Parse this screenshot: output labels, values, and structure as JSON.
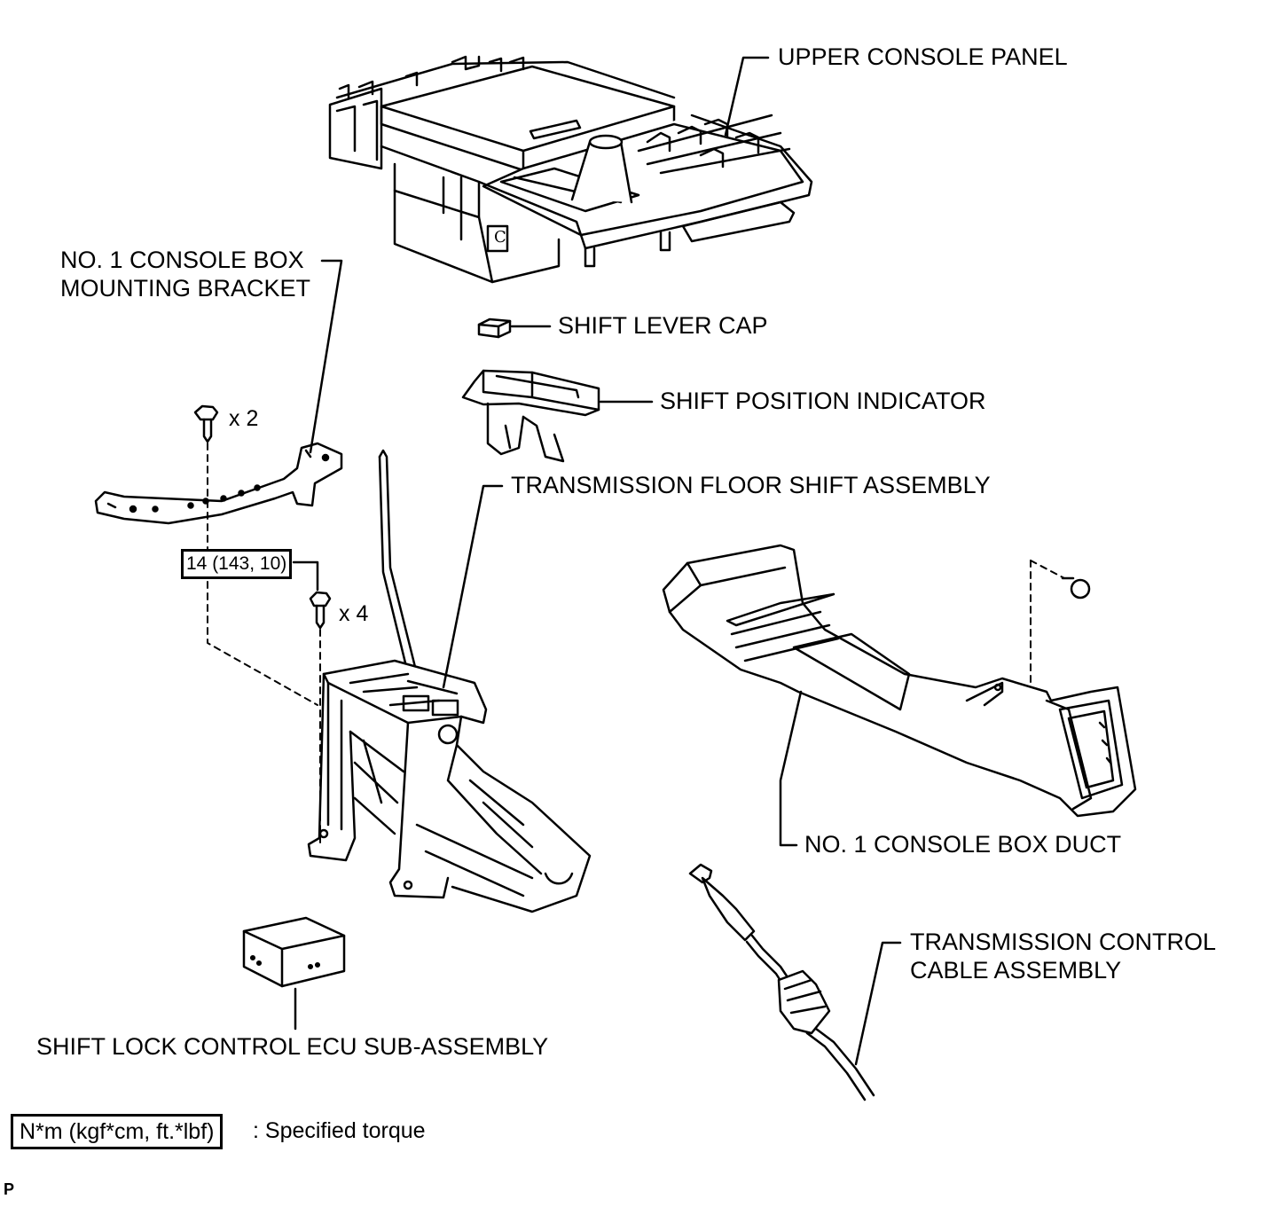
{
  "labels": {
    "upper_console_panel": "UPPER CONSOLE PANEL",
    "bracket_line1": "NO. 1 CONSOLE BOX",
    "bracket_line2": "MOUNTING BRACKET",
    "shift_lever_cap": "SHIFT LEVER CAP",
    "shift_position_indicator": "SHIFT POSITION INDICATOR",
    "floor_shift_assembly": "TRANSMISSION FLOOR SHIFT ASSEMBLY",
    "console_box_duct": "NO. 1 CONSOLE BOX DUCT",
    "control_cable_line1": "TRANSMISSION CONTROL",
    "control_cable_line2": "CABLE ASSEMBLY",
    "ecu": "SHIFT LOCK CONTROL ECU SUB-ASSEMBLY",
    "qty_bracket_bolts": "x 2",
    "qty_shift_bolts": "x 4",
    "panel_mark": "C",
    "footer_code": "P"
  },
  "torque": {
    "value": "14 (143, 10)"
  },
  "legend": {
    "unit_box": "N*m (kgf*cm, ft.*lbf)",
    "description": ": Specified torque"
  }
}
